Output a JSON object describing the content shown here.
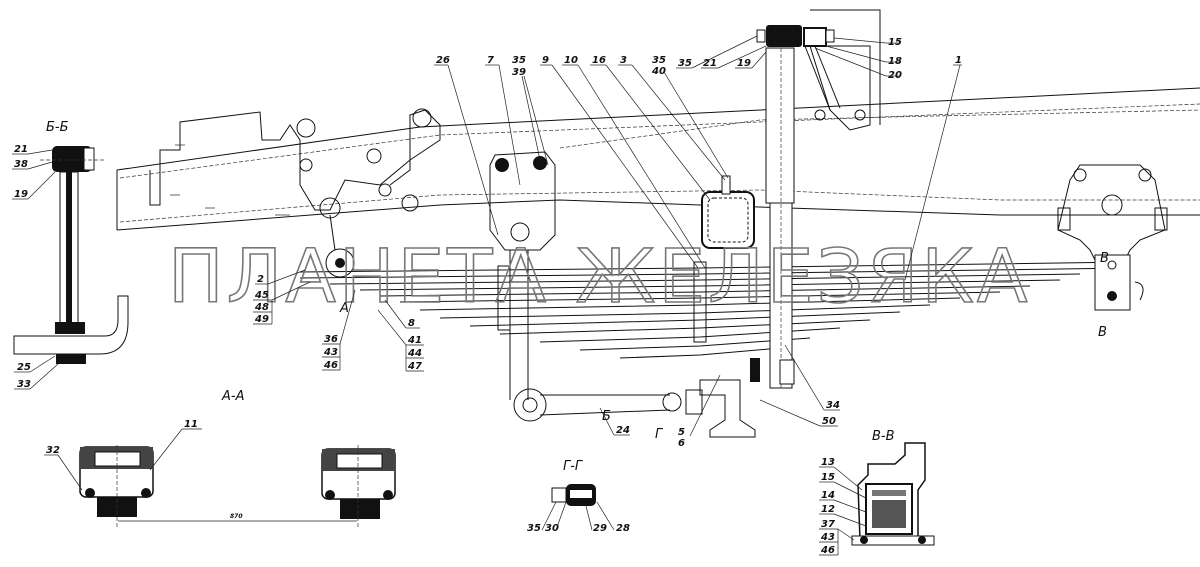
{
  "watermark": "ПЛАНЕТА ЖЕЛЕЗЯКА",
  "sections": {
    "b_b": "Б-Б",
    "a_a": "А-А",
    "g_g": "Г-Г",
    "v_v": "В-В"
  },
  "section_marks": {
    "a": "А",
    "b": "Б",
    "v_top": "В",
    "v_bottom": "В",
    "g": "Г"
  },
  "dimension": "870",
  "callouts": {
    "bb_21": "21",
    "bb_38": "38",
    "bb_19": "19",
    "bb_25": "25",
    "bb_33": "33",
    "c2": "2",
    "c45": "45",
    "c48": "48",
    "c49": "49",
    "c36": "36",
    "c43": "43",
    "c46": "46",
    "c8": "8",
    "c41": "41",
    "c44": "44",
    "c47": "47",
    "c26": "26",
    "c7": "7",
    "c35a": "35",
    "c39": "39",
    "c9": "9",
    "c10": "10",
    "c16": "16",
    "c3": "3",
    "c35b": "35",
    "c40": "40",
    "c35c": "35",
    "c21": "21",
    "c19": "19",
    "c15": "15",
    "c18": "18",
    "c20": "20",
    "c1": "1",
    "c24": "24",
    "c5": "5",
    "c6": "6",
    "c50": "50",
    "c34": "34",
    "aa_32": "32",
    "aa_11": "11",
    "gg_35": "35",
    "gg_30": "30",
    "gg_29": "29",
    "gg_28": "28",
    "vv_13": "13",
    "vv_15": "15",
    "vv_14": "14",
    "vv_12": "12",
    "vv_37": "37",
    "vv_43": "43",
    "vv_46": "46"
  }
}
